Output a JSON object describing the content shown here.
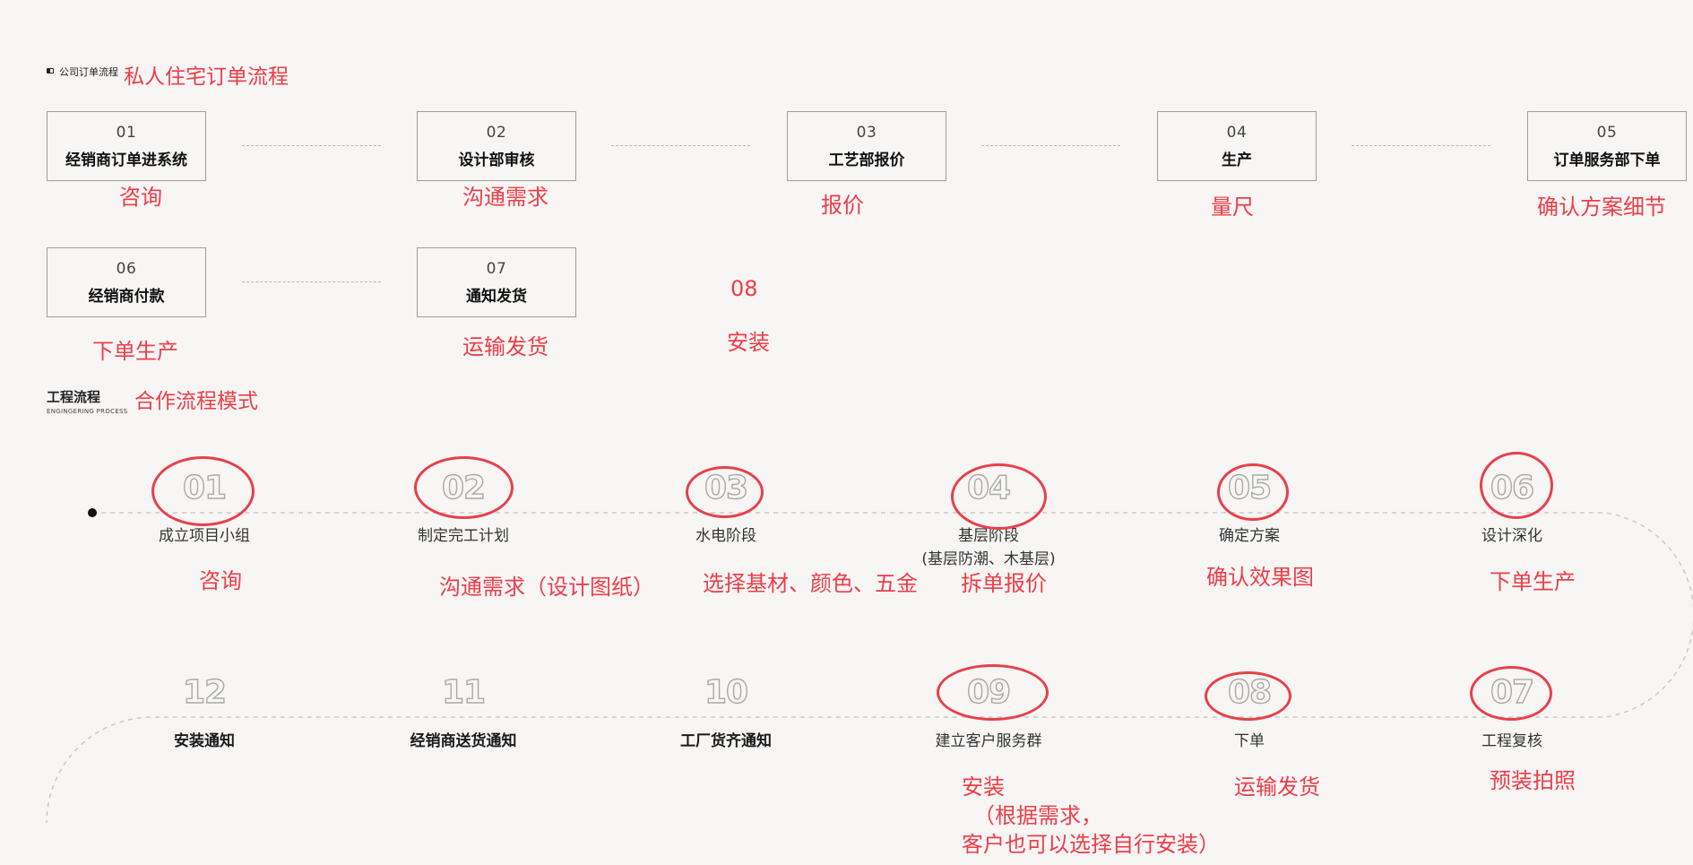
{
  "section1": {
    "small_title": "公司订单流程",
    "note": "私人住宅订单流程",
    "steps": [
      {
        "num": "01",
        "label": "经销商订单进系统",
        "note": "咨询"
      },
      {
        "num": "02",
        "label": "设计部审核",
        "note": "沟通需求"
      },
      {
        "num": "03",
        "label": "工艺部报价",
        "note": "报价"
      },
      {
        "num": "04",
        "label": "生产",
        "note": "量尺"
      },
      {
        "num": "05",
        "label": "订单服务部下单",
        "note": "确认方案细节"
      },
      {
        "num": "06",
        "label": "经销商付款",
        "note": "下单生产"
      },
      {
        "num": "07",
        "label": "通知发货",
        "note": "运输发货"
      }
    ],
    "extra_num": "08",
    "extra_note": "安装"
  },
  "section2": {
    "title": "工程流程",
    "subtitle": "ENGINGERING PROCESS",
    "note": "合作流程模式",
    "top_row": [
      {
        "num": "01",
        "label": "成立项目小组",
        "note": "咨询"
      },
      {
        "num": "02",
        "label": "制定完工计划",
        "note": "沟通需求（设计图纸）"
      },
      {
        "num": "03",
        "label": "水电阶段",
        "note": "选择基材、颜色、五金"
      },
      {
        "num": "04",
        "label": "基层阶段",
        "label2": "(基层防潮、木基层)",
        "note": "拆单报价"
      },
      {
        "num": "05",
        "label": "确定方案",
        "note": "确认效果图"
      },
      {
        "num": "06",
        "label": "设计深化",
        "note": "下单生产"
      }
    ],
    "bottom_row": [
      {
        "num": "12",
        "label": "安装通知",
        "note": ""
      },
      {
        "num": "11",
        "label": "经销商送货通知",
        "note": ""
      },
      {
        "num": "10",
        "label": "工厂货齐通知",
        "note": ""
      },
      {
        "num": "09",
        "label": "建立客户服务群",
        "note": "安装",
        "note2": "（根据需求，",
        "note3": "客户也可以选择自行安装）"
      },
      {
        "num": "08",
        "label": "下单",
        "note": "运输发货"
      },
      {
        "num": "07",
        "label": "工程复核",
        "note": "预装拍照"
      }
    ]
  },
  "colors": {
    "annotation": "#ee3d48",
    "box_border": "#9d9d9d",
    "background": "#f7f6f5"
  }
}
